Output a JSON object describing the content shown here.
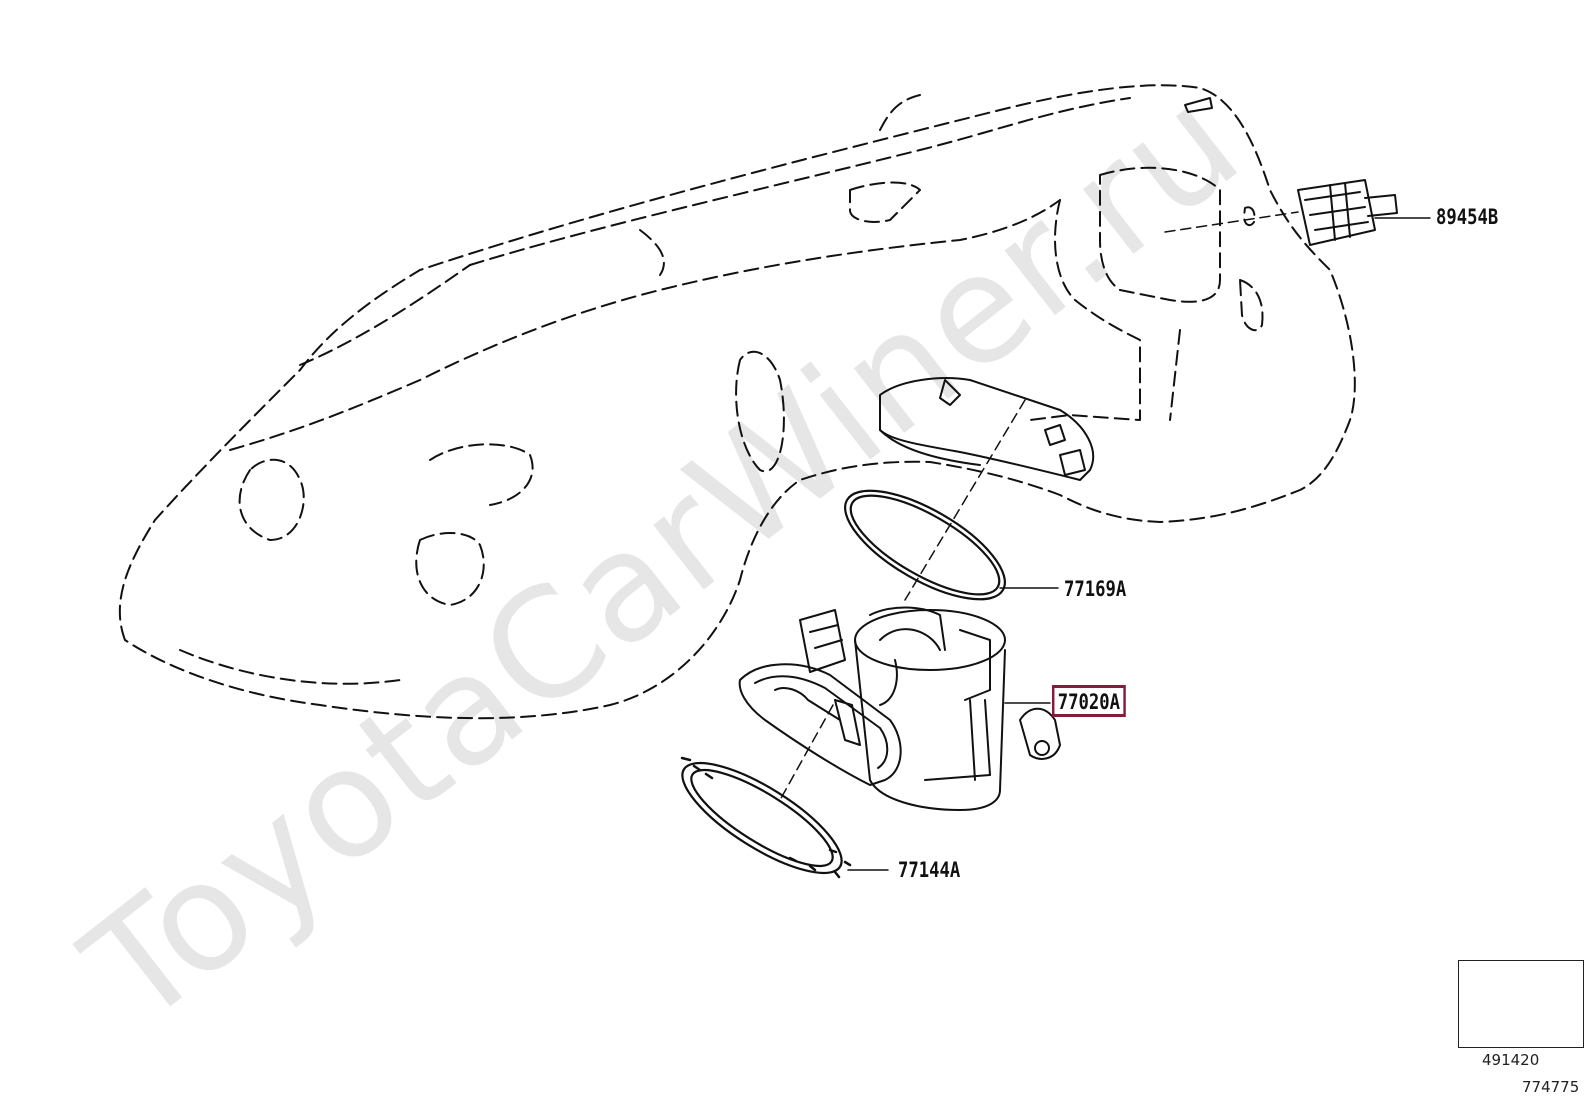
{
  "watermark": {
    "text": "ToyotaCarWiner.ru"
  },
  "parts": [
    {
      "id": "89454B",
      "label": "89454B"
    },
    {
      "id": "77169A",
      "label": "77169A"
    },
    {
      "id": "77020A",
      "label": "77020A",
      "highlighted": true
    },
    {
      "id": "77144A",
      "label": "77144A"
    }
  ],
  "highlight_color": "#8b1a3a",
  "view_icon": "front-view-arrow-icon",
  "view_code": "491420",
  "drawing_code": "774775"
}
